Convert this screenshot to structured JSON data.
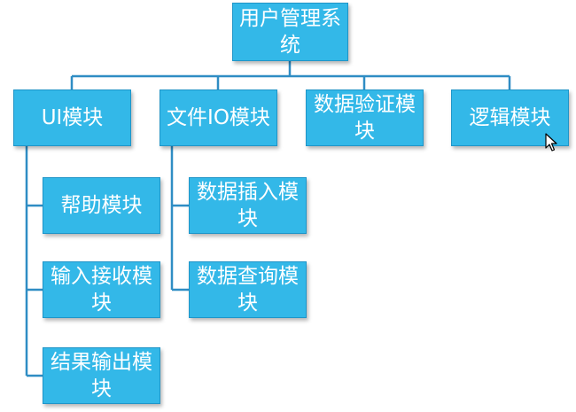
{
  "root": {
    "label": "用户管理系统"
  },
  "modules": [
    {
      "label": "UI模块",
      "children": [
        "帮助模块",
        "输入接收模块",
        "结果输出模块"
      ]
    },
    {
      "label": "文件IO模块",
      "children": [
        "数据插入模块",
        "数据查询模块"
      ]
    },
    {
      "label": "数据验证模块",
      "children": []
    },
    {
      "label": "逻辑模块",
      "children": []
    }
  ],
  "colors": {
    "node_fill": "#33b8e8",
    "node_border": "#1f95c8",
    "connector": "#2f8dc4",
    "text": "#ffffff"
  },
  "cursor_icon": "mouse-pointer-icon"
}
